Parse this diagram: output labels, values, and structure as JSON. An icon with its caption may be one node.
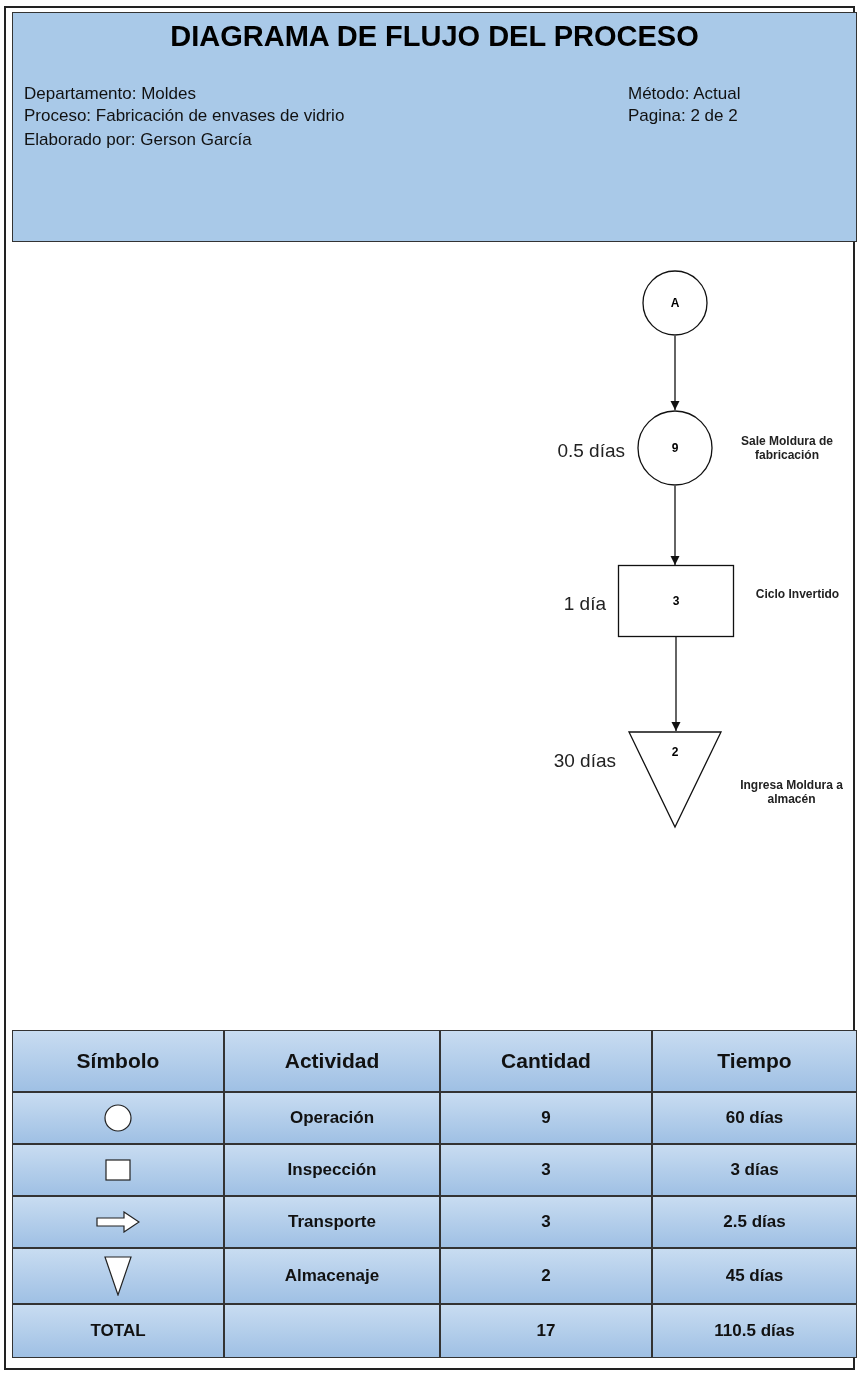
{
  "diagram": {
    "title": "DIAGRAMA DE FLUJO DEL PROCESO",
    "nodes": [
      {
        "text": [
          "A"
        ]
      },
      {
        "text": [
          "9"
        ],
        "beside": [
          "0.5 días",
          "Sale Moldura de fabricación"
        ]
      },
      {
        "text": [
          "3"
        ],
        "beside": [
          "1 día",
          "Ciclo Invertido"
        ]
      },
      {
        "text": [
          "2"
        ],
        "beside": [
          "30 días",
          "Ingresa Moldura a almacén"
        ]
      }
    ],
    "edges": [
      {
        "from": 0,
        "to": 1,
        "arrow": "to"
      },
      {
        "from": 1,
        "to": 2,
        "arrow": "to"
      },
      {
        "from": 2,
        "to": 3,
        "arrow": "to"
      }
    ],
    "labels": [
      "Departamento: Moldes",
      "Método: Actual",
      "Proceso: Fabricación de envases de vidrio",
      "Pagina: 2 de 2",
      "Elaborado por: Gerson García",
      "Símbolo",
      "Actividad",
      "Cantidad",
      "Tiempo",
      "Operación",
      "9",
      "60 días",
      "Inspección",
      "3",
      "3 días",
      "Transporte",
      "3",
      "2.5 días",
      "Almacenaje",
      "2",
      "45 días",
      "TOTAL",
      "17",
      "110.5 días"
    ]
  }
}
